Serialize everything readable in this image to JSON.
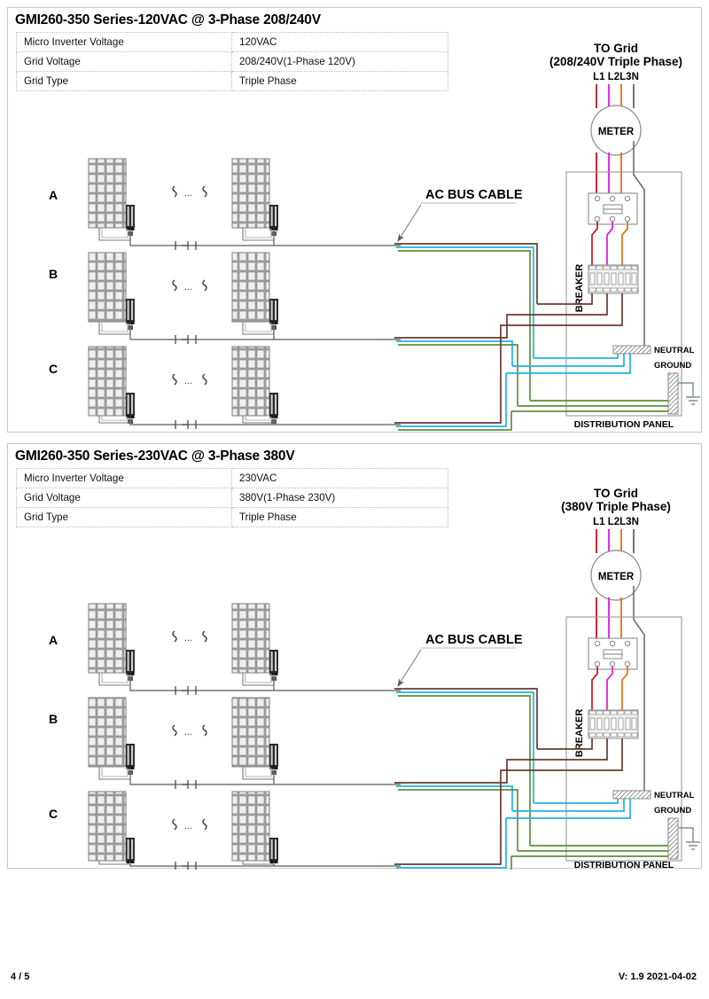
{
  "page": {
    "footer_page": "4 / 5",
    "footer_version": "V: 1.9   2021-04-02"
  },
  "colors": {
    "L1": "#cc2020",
    "L2": "#e321e3",
    "L3": "#e07820",
    "N": "#6e6e6e",
    "line_brown": "#6b3a33",
    "neutral_cyan": "#1eb4e4",
    "ground_green": "#5f8f3a",
    "frame": "#c8c8c8",
    "panel_gray": "#8d8d8d"
  },
  "diagrams": [
    {
      "id": "diagram-1",
      "title": "GMI260-350 Series-120VAC @ 3-Phase 208/240V",
      "table": [
        {
          "key": "Micro Inverter Voltage",
          "value": "120VAC"
        },
        {
          "key": "Grid  Voltage",
          "value": "208/240V(1-Phase 120V)"
        },
        {
          "key": "Grid Type",
          "value": "Triple Phase"
        }
      ],
      "grid": {
        "to_grid": "TO Grid",
        "to_grid_sub": "(208/240V Triple Phase)",
        "phase_labels": "L1 L2L3N",
        "meter": "METER"
      },
      "panel": {
        "breaker": "BREAKER",
        "neutral": "NEUTRAL",
        "ground": "GROUND",
        "distribution": "DISTRIBUTION PANEL"
      },
      "bus_label": "AC BUS CABLE",
      "phases": [
        "A",
        "B",
        "C"
      ]
    },
    {
      "id": "diagram-2",
      "title": "GMI260-350 Series-230VAC @ 3-Phase 380V",
      "table": [
        {
          "key": "Micro Inverter Voltage",
          "value": "230VAC"
        },
        {
          "key": "Grid  Voltage",
          "value": "380V(1-Phase 230V)"
        },
        {
          "key": "Grid Type",
          "value": "Triple Phase"
        }
      ],
      "grid": {
        "to_grid": "TO Grid",
        "to_grid_sub": "(380V Triple Phase)",
        "phase_labels": "L1 L2L3N",
        "meter": "METER"
      },
      "panel": {
        "breaker": "BREAKER",
        "neutral": "NEUTRAL",
        "ground": "GROUND",
        "distribution": "DISTRIBUTION PANEL"
      },
      "bus_label": "AC BUS CABLE",
      "phases": [
        "A",
        "B",
        "C"
      ]
    }
  ]
}
